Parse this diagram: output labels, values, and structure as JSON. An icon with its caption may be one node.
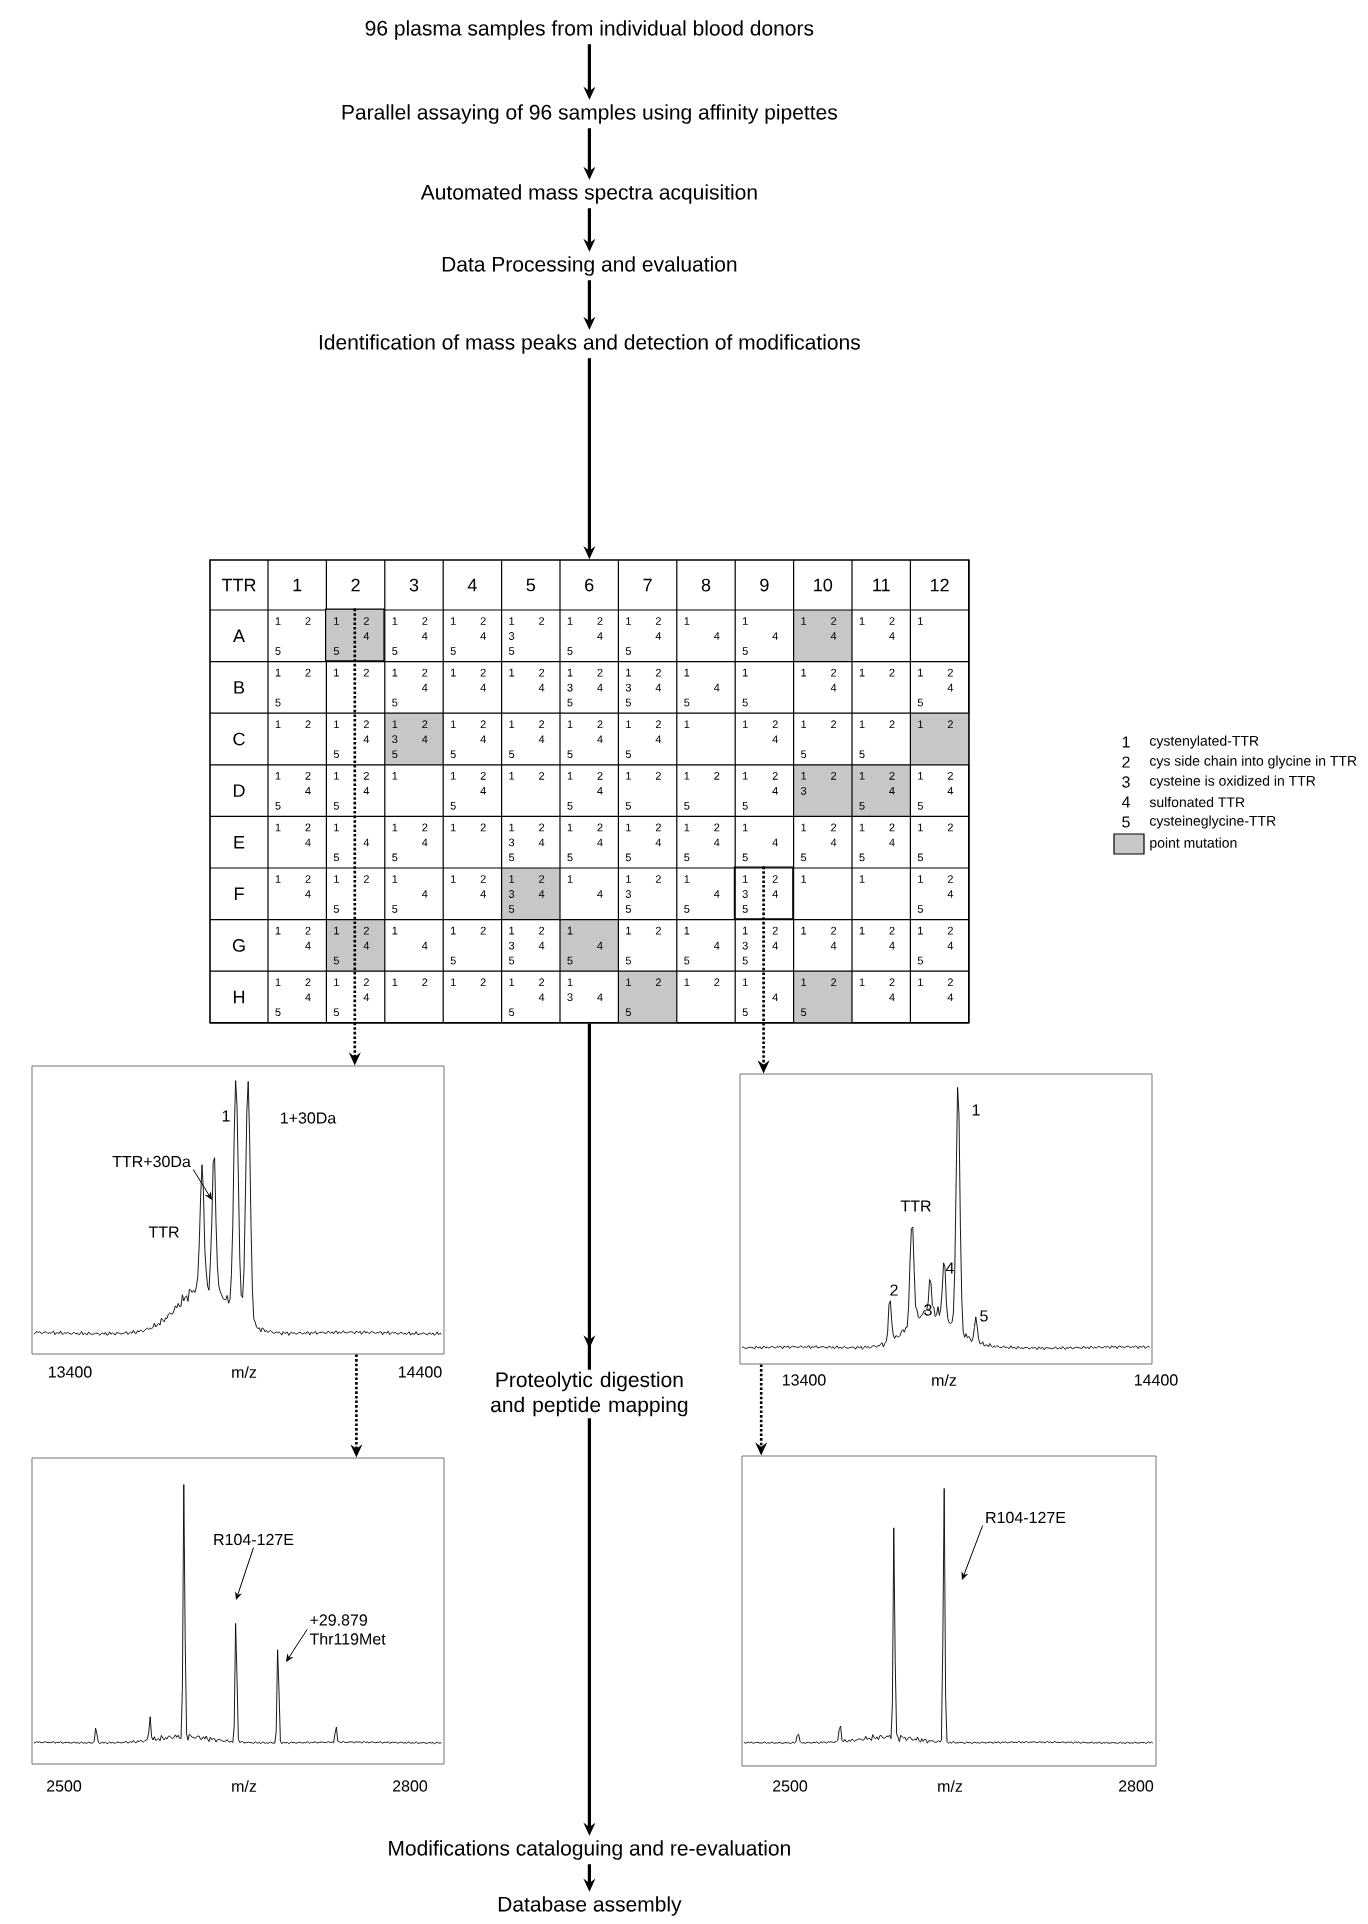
{
  "diagram": {
    "nodes": [
      {
        "text": [
          "96 plasma samples from individual blood donors"
        ]
      },
      {
        "text": [
          "Parallel assaying of 96 samples using affinity pipettes"
        ]
      },
      {
        "text": [
          "Automated mass spectra acquisition"
        ]
      },
      {
        "text": [
          "Data Processing and evaluation"
        ]
      },
      {
        "text": [
          "Identification of mass peaks and detection of modifications"
        ]
      },
      {
        "text": [],
        "shape": "box"
      },
      {
        "text": [
          "1",
          "2",
          "4",
          "5"
        ],
        "in": 5
      },
      {
        "text": [
          "1",
          "2",
          "3",
          "4",
          "5"
        ],
        "in": 5
      },
      {
        "text": [
          "TTR",
          "1",
          "1+30Da",
          "13400",
          "m/z",
          "14400"
        ]
      },
      {
        "text": [
          "TTR+30Da"
        ],
        "in": 8
      },
      {
        "text": [
          "1",
          "TTR",
          "2",
          "3",
          "4",
          "5",
          "13400",
          "m/z",
          "14400"
        ]
      },
      {
        "text": [
          "2500",
          "m/z",
          "2800"
        ]
      },
      {
        "text": [
          "R104-127E"
        ],
        "in": 11
      },
      {
        "text": [
          "+29.879 Thr119Met"
        ],
        "in": 11
      },
      {
        "text": [
          "2500",
          "m/z",
          "2800"
        ]
      },
      {
        "text": [
          "R104-127E"
        ],
        "in": 14
      },
      {
        "text": [
          "Modifications cataloguing and re-evaluation"
        ]
      },
      {
        "text": [
          "Database assembly"
        ]
      }
    ],
    "edges": [
      {
        "from": 0,
        "to": 1,
        "arrow": "to"
      },
      {
        "from": 1,
        "to": 2,
        "arrow": "to"
      },
      {
        "from": 2,
        "to": 3,
        "arrow": "to"
      },
      {
        "from": 3,
        "to": 4,
        "arrow": "to"
      },
      {
        "from": 4,
        "to": 5,
        "arrow": "to"
      },
      {
        "from": 5,
        "to": 16,
        "arrow": "to",
        "label": "Proteolytic digestion and peptide mapping"
      },
      {
        "from": 16,
        "to": 17,
        "arrow": "to"
      },
      {
        "from": 6,
        "to": 8,
        "arrow": "to",
        "style": "dashed"
      },
      {
        "from": 8,
        "to": 11,
        "arrow": "to",
        "style": "dashed"
      },
      {
        "from": 7,
        "to": 10,
        "arrow": "to",
        "style": "dashed"
      },
      {
        "from": 10,
        "to": 14,
        "arrow": "to",
        "style": "dashed"
      },
      {
        "from": 9,
        "to": null,
        "arrow": "to"
      },
      {
        "from": 12,
        "to": null,
        "arrow": "to"
      },
      {
        "from": 13,
        "to": null,
        "arrow": "to"
      },
      {
        "from": 15,
        "to": null,
        "arrow": "to"
      }
    ],
    "labels": [
      "TTR",
      "1",
      "2",
      "3",
      "4",
      "5",
      "6",
      "7",
      "8",
      "9",
      "10",
      "11",
      "12",
      "A",
      "1",
      "2",
      "5",
      "1",
      "2",
      "4",
      "5",
      "1",
      "2",
      "4",
      "5",
      "1",
      "2",
      "3",
      "5",
      "1",
      "2",
      "4",
      "5",
      "1",
      "2",
      "4",
      "5",
      "1",
      "4",
      "1",
      "4",
      "5",
      "1",
      "2",
      "4",
      "1",
      "2",
      "4",
      "1",
      "B",
      "1",
      "2",
      "5",
      "1",
      "2",
      "1",
      "2",
      "4",
      "5",
      "1",
      "2",
      "4",
      "1",
      "2",
      "4",
      "1",
      "2",
      "3",
      "4",
      "5",
      "1",
      "2",
      "3",
      "4",
      "5",
      "1",
      "4",
      "5",
      "1",
      "5",
      "1",
      "2",
      "4",
      "1",
      "2",
      "1",
      "2",
      "4",
      "5",
      "C",
      "1",
      "2",
      "1",
      "2",
      "4",
      "5",
      "1",
      "2",
      "3",
      "4",
      "5",
      "1",
      "2",
      "4",
      "5",
      "1",
      "2",
      "4",
      "5",
      "1",
      "2",
      "4",
      "5",
      "1",
      "2",
      "4",
      "5",
      "1",
      "1",
      "2",
      "4",
      "1",
      "2",
      "5",
      "1",
      "2",
      "5",
      "1",
      "2",
      "D",
      "1",
      "2",
      "4",
      "5",
      "1",
      "2",
      "4",
      "5",
      "1",
      "1",
      "2",
      "4",
      "5",
      "1",
      "2",
      "1",
      "2",
      "4",
      "5",
      "1",
      "2",
      "5",
      "1",
      "2",
      "5",
      "1",
      "2",
      "4",
      "5",
      "1",
      "2",
      "3",
      "1",
      "2",
      "4",
      "5",
      "1",
      "2",
      "4",
      "5",
      "E",
      "1",
      "2",
      "4",
      "1",
      "4",
      "5",
      "1",
      "2",
      "4",
      "5",
      "1",
      "2",
      "1",
      "2",
      "3",
      "4",
      "5",
      "1",
      "2",
      "4",
      "5",
      "1",
      "2",
      "4",
      "5",
      "1",
      "2",
      "4",
      "5",
      "1",
      "4",
      "5",
      "1",
      "2",
      "4",
      "5",
      "1",
      "2",
      "4",
      "5",
      "1",
      "2",
      "5",
      "F",
      "1",
      "2",
      "4",
      "1",
      "2",
      "5",
      "1",
      "4",
      "5",
      "1",
      "2",
      "4",
      "1",
      "2",
      "3",
      "4",
      "5",
      "1",
      "4",
      "1",
      "2",
      "3",
      "5",
      "1",
      "4",
      "5",
      "1",
      "1",
      "1",
      "2",
      "4",
      "5",
      "G",
      "1",
      "2",
      "4",
      "1",
      "2",
      "4",
      "5",
      "1",
      "4",
      "1",
      "2",
      "5",
      "1",
      "2",
      "3",
      "4",
      "5",
      "1",
      "4",
      "5",
      "1",
      "2",
      "5",
      "1",
      "4",
      "5",
      "1",
      "2",
      "3",
      "4",
      "5",
      "1",
      "2",
      "4",
      "1",
      "2",
      "4",
      "1",
      "2",
      "4",
      "5",
      "H",
      "1",
      "2",
      "4",
      "5",
      "1",
      "2",
      "4",
      "5",
      "1",
      "2",
      "1",
      "2",
      "1",
      "2",
      "4",
      "5",
      "1",
      "3",
      "4",
      "1",
      "2",
      "5",
      "1",
      "2",
      "1",
      "4",
      "5",
      "1",
      "2",
      "5",
      "1",
      "2",
      "4",
      "1",
      "2",
      "4",
      "1",
      "2",
      "3",
      "4",
      "5"
    ],
    "legend": [
      {
        "text": "cystenylated-TTR"
      },
      {
        "text": "cys side chain into glycine in TTR"
      },
      {
        "text": "cysteine is oxidized in TTR"
      },
      {
        "text": "sulfonated TTR"
      },
      {
        "text": "cysteineglycine-TTR"
      },
      {
        "text": "point mutation",
        "color": "#c8c8c8"
      }
    ]
  }
}
